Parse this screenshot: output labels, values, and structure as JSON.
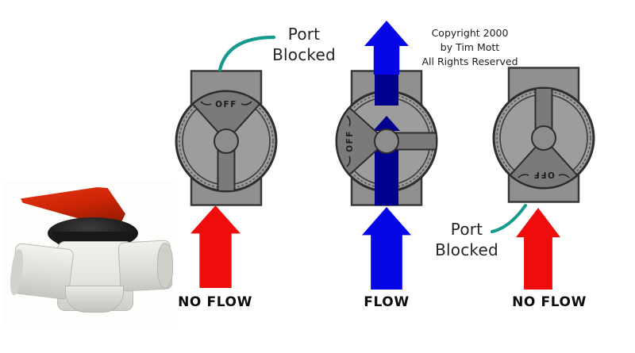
{
  "figure": {
    "subject": "3-way diverter valve flow positions",
    "background_color": "#ffffff"
  },
  "copyright": {
    "lines": [
      "Copyright 2000",
      "by Tim Mott",
      "All Rights Reserved"
    ]
  },
  "colors": {
    "no_flow_arrow": "#ee0c0c",
    "flow_arrow": "#0606e6",
    "flow_band_inside_valve": "#00008c",
    "annotation_connector": "#179a8e",
    "valve_dial": "#9d9d9d",
    "valve_pipe": "#909090",
    "valve_handle": "#7a7a7a",
    "valve_outline": "#2e2e2e",
    "photo_handle_red": "#cc2406",
    "photo_collar_black": "#181818",
    "photo_body_white": "#e6e6e2"
  },
  "valves": [
    {
      "position": "left",
      "handle_label": "OFF",
      "flow_label": "NO FLOW",
      "annotation": {
        "line1": "Port",
        "line2": "Blocked"
      },
      "blocked_port": "top"
    },
    {
      "position": "middle",
      "handle_label": "OFF",
      "flow_label": "FLOW"
    },
    {
      "position": "right",
      "handle_label": "OFF",
      "flow_label": "NO FLOW",
      "annotation": {
        "line1": "Port",
        "line2": "Blocked"
      },
      "blocked_port": "bottom"
    }
  ]
}
